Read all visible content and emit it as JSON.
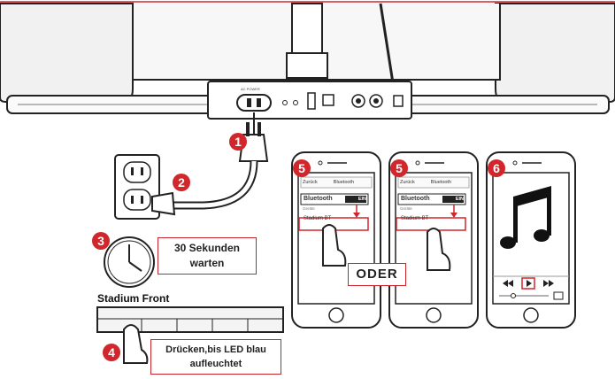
{
  "steps": {
    "s1": "1",
    "s2": "2",
    "s3": "3",
    "s4": "4",
    "s5a": "5",
    "s5b": "5",
    "s6": "6"
  },
  "wait_box": {
    "line1": "30 Sekunden",
    "line2": "warten"
  },
  "press_box": {
    "line1": "Drücken,bis LED blau",
    "line2": "aufleuchtet"
  },
  "or_label": "ODER",
  "stadium_label": "Stadium Front",
  "phone1": {
    "back": "Zurück",
    "title": "Bluetooth",
    "row_label": "Bluetooth",
    "toggle": "EIN",
    "section": "Geräte",
    "device": "Stadium BT"
  },
  "phone2": {
    "back": "Zurück",
    "title": "Bluetooth",
    "row_label": "Bluetooth",
    "toggle": "EIN",
    "section": "Geräte",
    "device": "Stadium BT"
  },
  "colors": {
    "accent": "#d0262c",
    "line": "#222222",
    "speaker": "#efefef"
  }
}
